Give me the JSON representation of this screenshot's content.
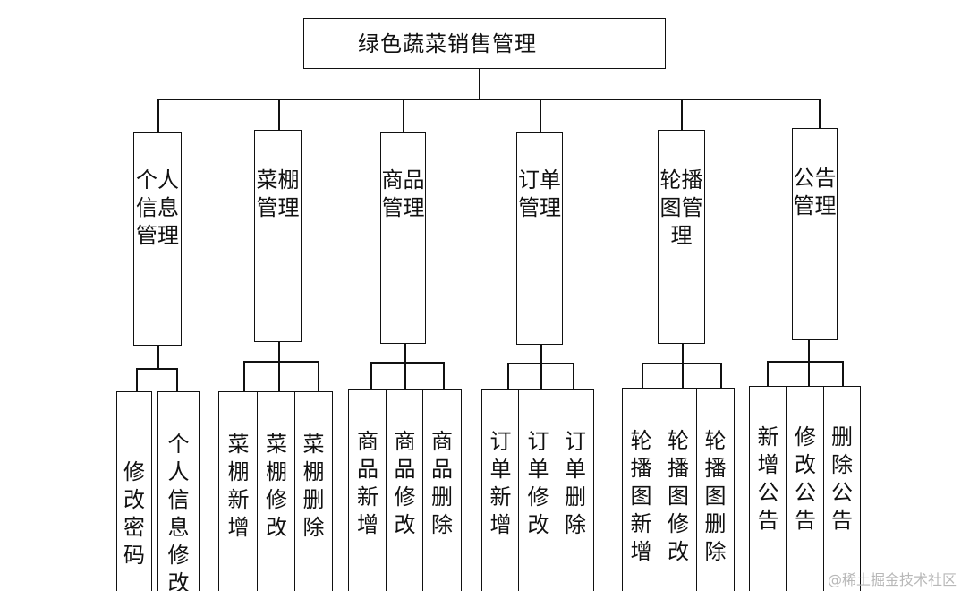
{
  "diagram": {
    "root": {
      "label": "绿色蔬菜销售管理"
    },
    "modules": [
      {
        "label": "个人信息管理",
        "children": [
          "修改密码",
          "个人信息修改"
        ]
      },
      {
        "label": "菜棚管理",
        "children": [
          "菜棚新增",
          "菜棚修改",
          "菜棚删除"
        ]
      },
      {
        "label": "商品管理",
        "children": [
          "商品新增",
          "商品修改",
          "商品删除"
        ]
      },
      {
        "label": "订单管理",
        "children": [
          "订单新增",
          "订单修改",
          "订单删除"
        ]
      },
      {
        "label": "轮播图管理",
        "children": [
          "轮播图新增",
          "轮播图修改",
          "轮播图删除"
        ]
      },
      {
        "label": "公告管理",
        "children": [
          "新增公告",
          "修改公告",
          "删除公告"
        ]
      }
    ]
  },
  "watermark": "@稀土掘金技术社区"
}
